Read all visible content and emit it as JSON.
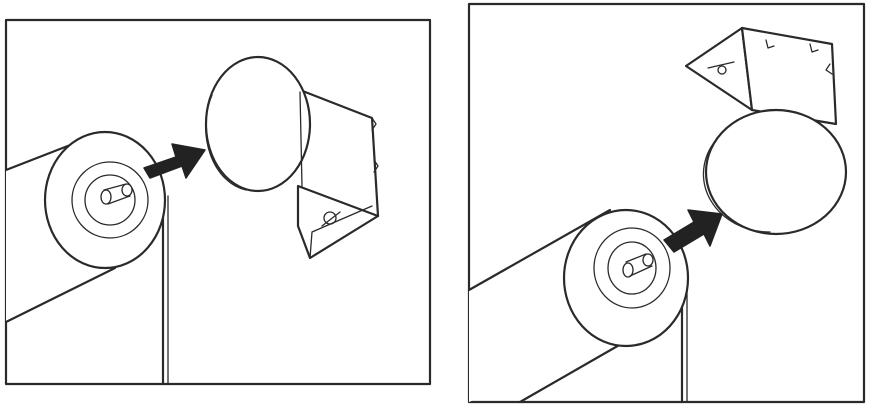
{
  "figure": {
    "panels": [
      {
        "id": "left",
        "arrow_direction": "right"
      },
      {
        "id": "right",
        "arrow_direction": "up-right"
      }
    ],
    "colors": {
      "ink": "#2a2a2a",
      "background": "#ffffff",
      "arrow": "#222222"
    },
    "icons": [
      "roller-tube-icon",
      "end-cap-pin-icon",
      "bracket-icon",
      "insert-arrow-icon"
    ]
  }
}
